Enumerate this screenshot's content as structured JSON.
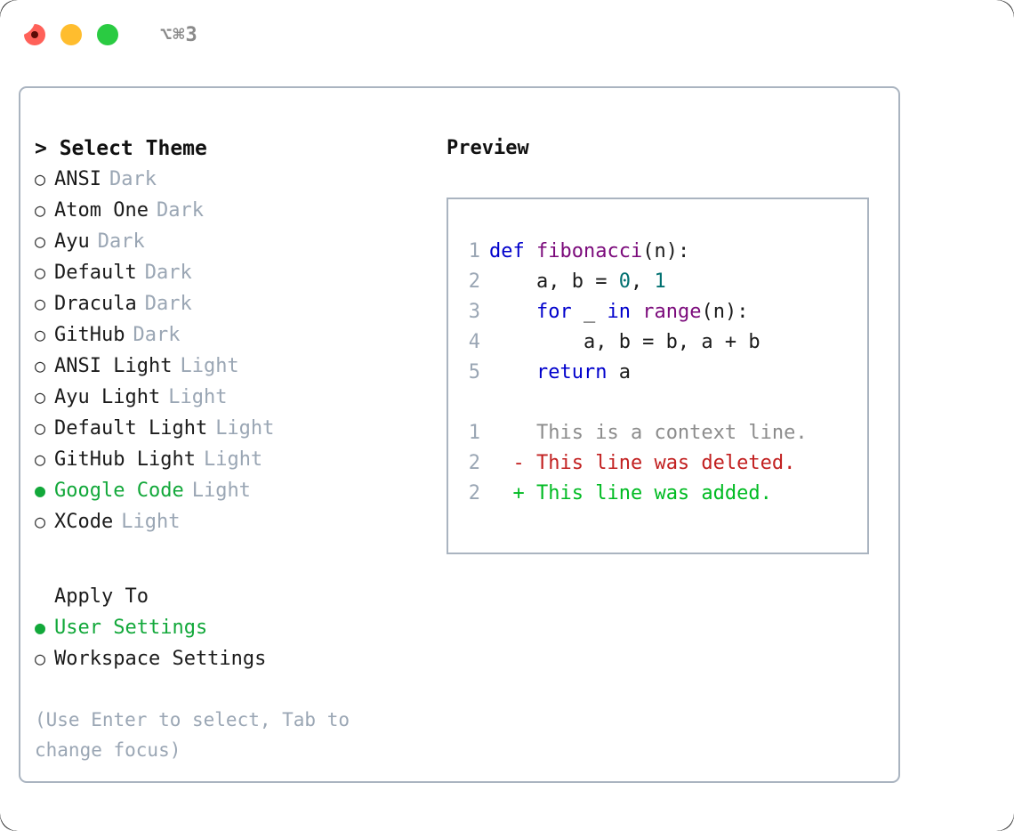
{
  "window": {
    "shortcut_label": "⌥⌘3",
    "traffic_lights": [
      "close",
      "minimize",
      "maximize"
    ]
  },
  "theme_panel": {
    "heading": "> Select Theme",
    "bullet_off": "○",
    "bullet_on": "●",
    "selected_color": "#12a83a",
    "tag_color": "#9aa6b4",
    "options": [
      {
        "name": "ANSI",
        "tag": "Dark",
        "selected": false
      },
      {
        "name": "Atom One",
        "tag": "Dark",
        "selected": false
      },
      {
        "name": "Ayu",
        "tag": "Dark",
        "selected": false
      },
      {
        "name": "Default",
        "tag": "Dark",
        "selected": false
      },
      {
        "name": "Dracula",
        "tag": "Dark",
        "selected": false
      },
      {
        "name": "GitHub",
        "tag": "Dark",
        "selected": false
      },
      {
        "name": "ANSI Light",
        "tag": "Light",
        "selected": false
      },
      {
        "name": "Ayu Light",
        "tag": "Light",
        "selected": false
      },
      {
        "name": "Default Light",
        "tag": "Light",
        "selected": false
      },
      {
        "name": "GitHub Light",
        "tag": "Light",
        "selected": false
      },
      {
        "name": "Google Code",
        "tag": "Light",
        "selected": true
      },
      {
        "name": "XCode",
        "tag": "Light",
        "selected": false
      }
    ]
  },
  "apply_to": {
    "heading": "Apply To",
    "options": [
      {
        "name": "User Settings",
        "selected": true
      },
      {
        "name": "Workspace Settings",
        "selected": false
      }
    ]
  },
  "hint": "(Use Enter to select, Tab to change focus)",
  "preview": {
    "title": "Preview",
    "code_lines": [
      {
        "no": "1",
        "tokens": [
          {
            "t": "def",
            "c": "kw"
          },
          {
            "t": " ",
            "c": "pun"
          },
          {
            "t": "fibonacci",
            "c": "fn"
          },
          {
            "t": "(n):",
            "c": "pun"
          }
        ]
      },
      {
        "no": "2",
        "tokens": [
          {
            "t": "    a, b = ",
            "c": "pun"
          },
          {
            "t": "0",
            "c": "num"
          },
          {
            "t": ", ",
            "c": "pun"
          },
          {
            "t": "1",
            "c": "num"
          }
        ]
      },
      {
        "no": "3",
        "tokens": [
          {
            "t": "    ",
            "c": "pun"
          },
          {
            "t": "for",
            "c": "kw"
          },
          {
            "t": " _ ",
            "c": "pun"
          },
          {
            "t": "in",
            "c": "kw"
          },
          {
            "t": " ",
            "c": "pun"
          },
          {
            "t": "range",
            "c": "fn"
          },
          {
            "t": "(n):",
            "c": "pun"
          }
        ]
      },
      {
        "no": "4",
        "tokens": [
          {
            "t": "        a, b = b, a + b",
            "c": "pun"
          }
        ]
      },
      {
        "no": "5",
        "tokens": [
          {
            "t": "    ",
            "c": "pun"
          },
          {
            "t": "return",
            "c": "kw"
          },
          {
            "t": " a",
            "c": "pun"
          }
        ]
      }
    ],
    "diff_lines": [
      {
        "no": "1",
        "marker": " ",
        "text": " This is a context line.",
        "kind": "diff-ctx"
      },
      {
        "no": "2",
        "marker": "-",
        "text": " This line was deleted.",
        "kind": "diff-del"
      },
      {
        "no": "2",
        "marker": "+",
        "text": " This line was added.",
        "kind": "diff-add"
      }
    ],
    "colors": {
      "keyword": "#0000cc",
      "function": "#7b0a7b",
      "number": "#007070",
      "lineno": "#9aa6b4",
      "context": "#8c8c8c",
      "deleted": "#c22121",
      "added": "#00bb22"
    }
  }
}
